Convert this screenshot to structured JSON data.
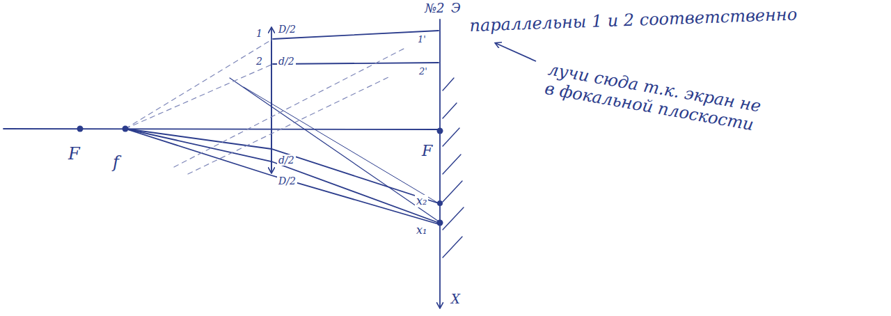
{
  "diagram": {
    "labels": [
      "№2",
      "Э",
      "1",
      "D/2",
      "1'",
      "2",
      "d/2",
      "2'",
      "F",
      "f",
      "F",
      "d/2",
      "D/2",
      "x₂",
      "x₁",
      "X",
      "параллельны 1 и 2 соответственно",
      "лучи сюда т.к. экран не в фокальной плоскости"
    ]
  }
}
